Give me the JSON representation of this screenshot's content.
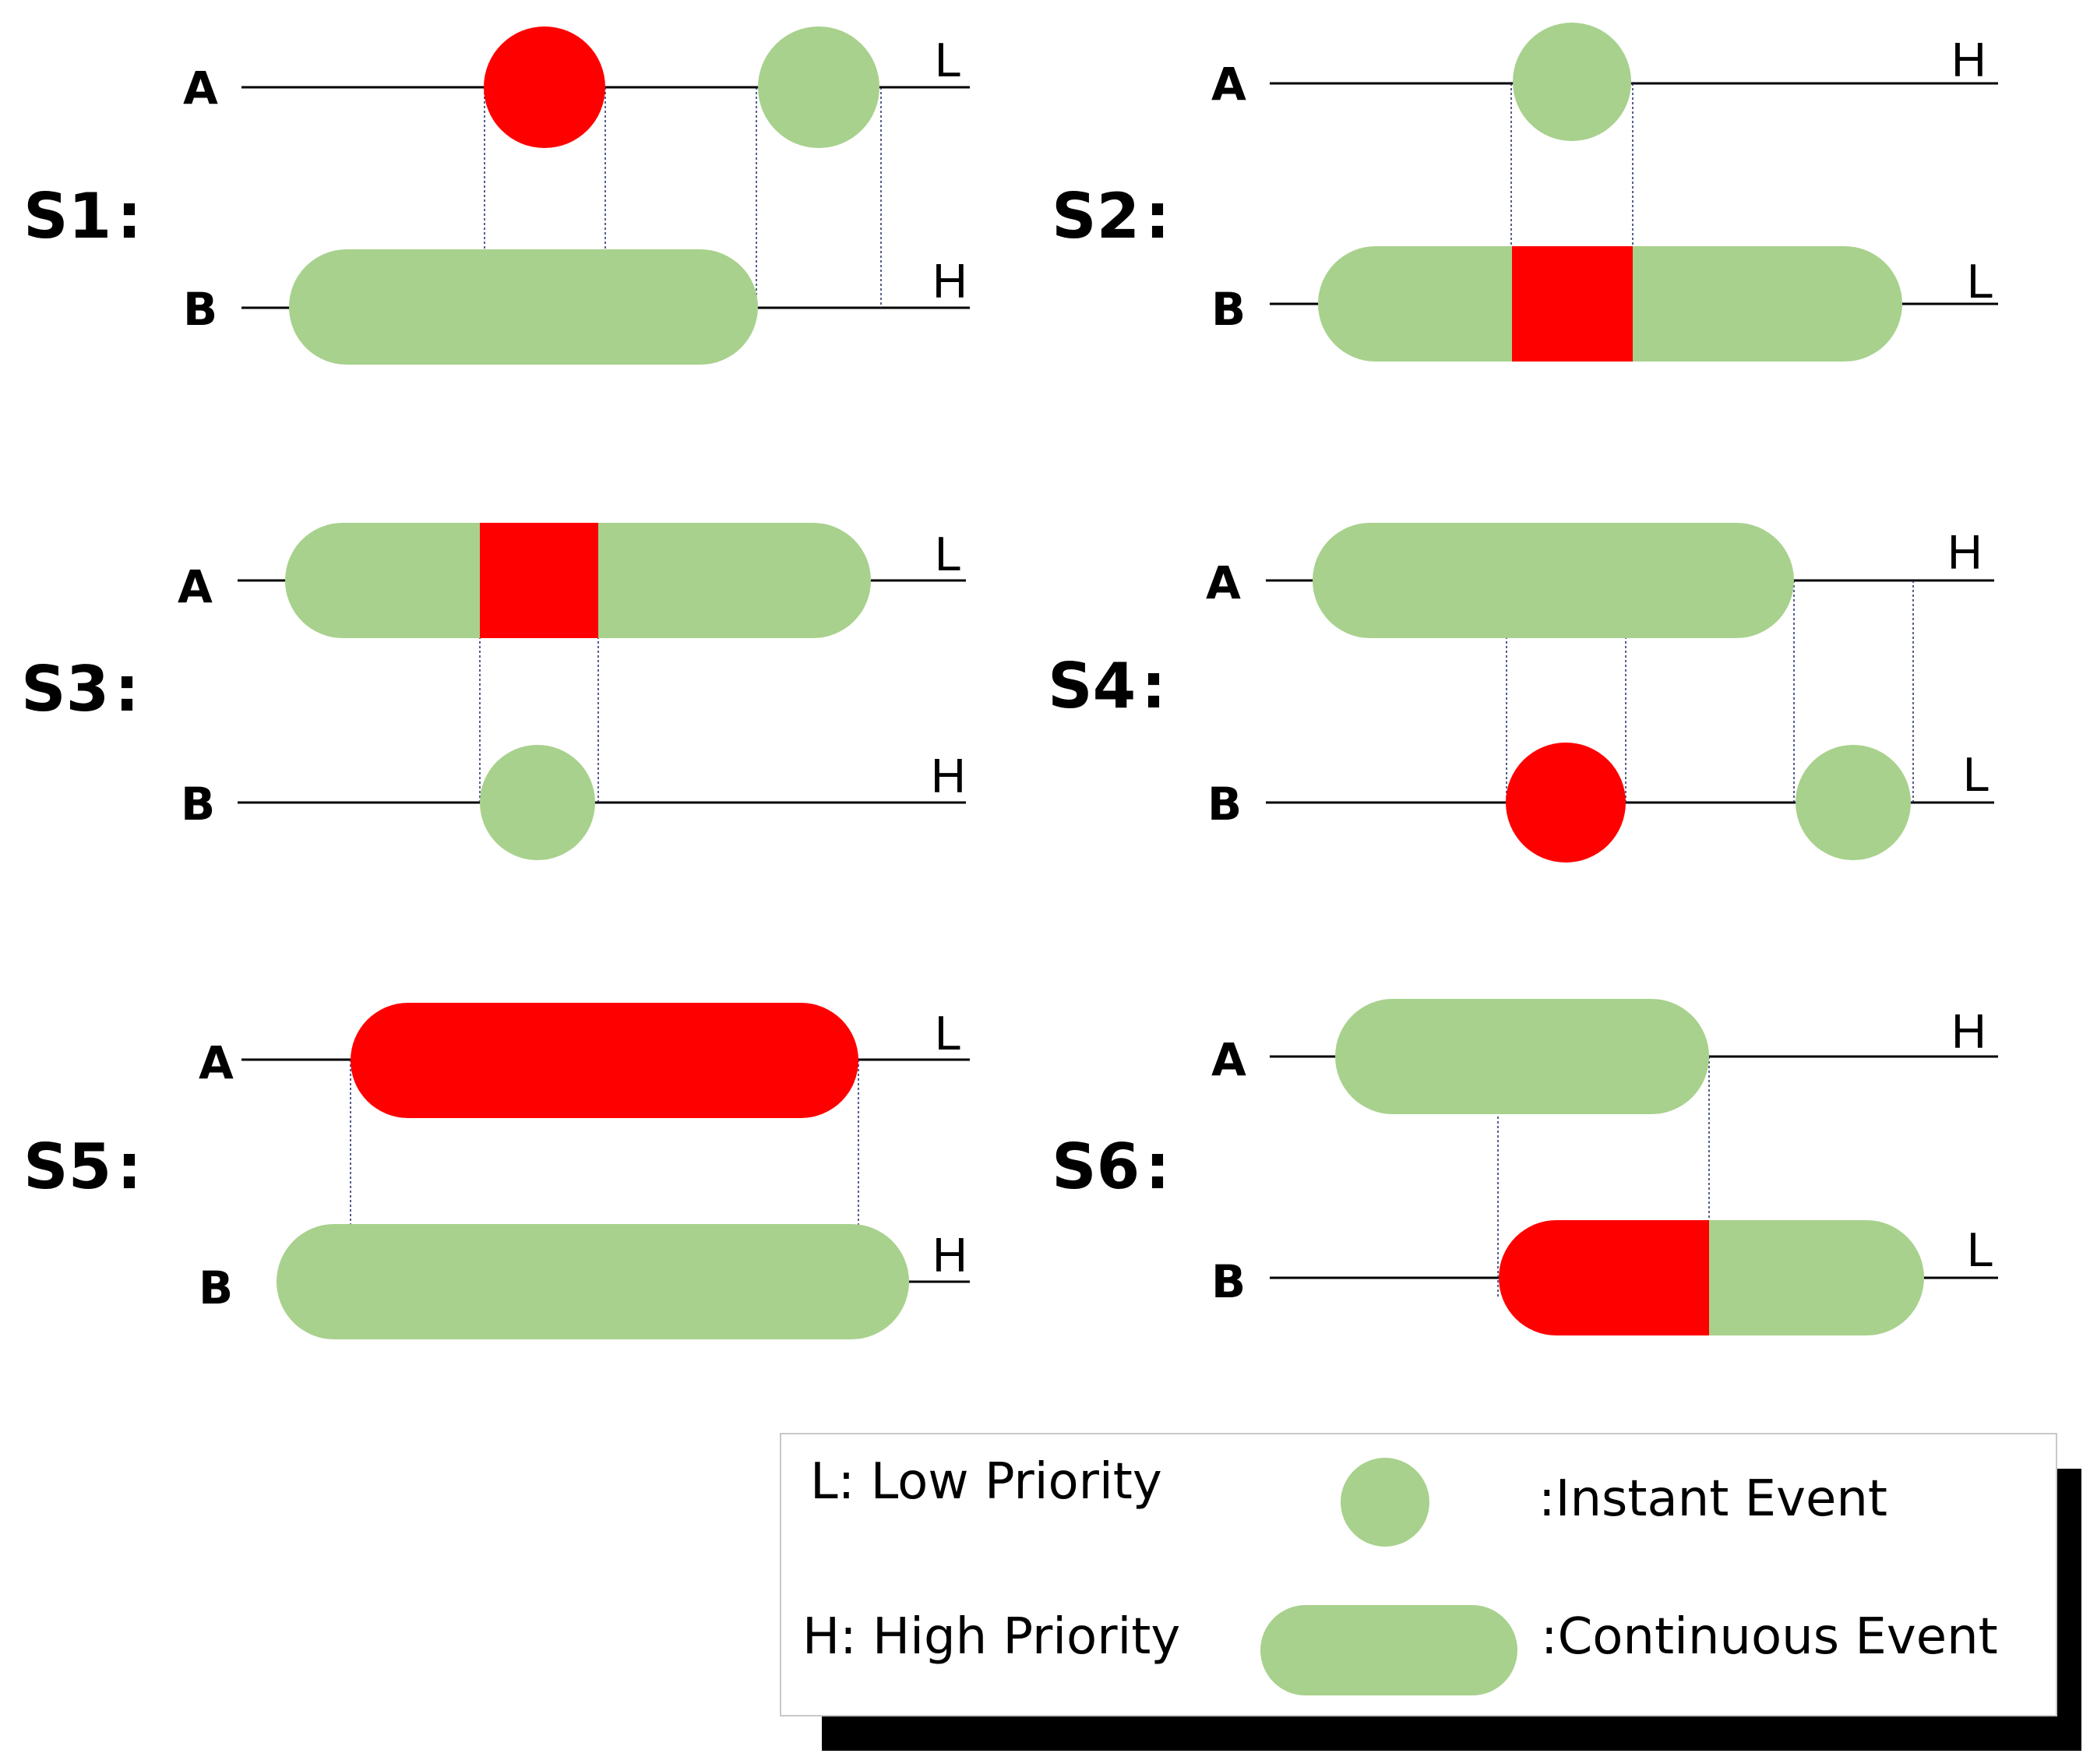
{
  "colors": {
    "event_green": "#a8d18d",
    "conflict_red": "#ff0000",
    "line": "#000000",
    "guide": "#1f2a6b",
    "legend_shadow": "#000000",
    "legend_border": "#c8c8c8"
  },
  "scenarios": [
    {
      "label": "S1",
      "colon": ":",
      "line_a": {
        "name": "A",
        "priority": "L"
      },
      "line_b": {
        "name": "B",
        "priority": "H"
      }
    },
    {
      "label": "S2",
      "colon": ":",
      "line_a": {
        "name": "A",
        "priority": "H"
      },
      "line_b": {
        "name": "B",
        "priority": "L"
      }
    },
    {
      "label": "S3",
      "colon": ":",
      "line_a": {
        "name": "A",
        "priority": "L"
      },
      "line_b": {
        "name": "B",
        "priority": "H"
      }
    },
    {
      "label": "S4",
      "colon": ":",
      "line_a": {
        "name": "A",
        "priority": "H"
      },
      "line_b": {
        "name": "B",
        "priority": "L"
      }
    },
    {
      "label": "S5",
      "colon": ":",
      "line_a": {
        "name": "A",
        "priority": "L"
      },
      "line_b": {
        "name": "B",
        "priority": "H"
      }
    },
    {
      "label": "S6",
      "colon": ":",
      "line_a": {
        "name": "A",
        "priority": "H"
      },
      "line_b": {
        "name": "B",
        "priority": "L"
      }
    }
  ],
  "legend": {
    "low_priority": "L: Low Priority",
    "high_priority": "H: High Priority",
    "instant_event": ":Instant Event",
    "continuous_event": ":Continuous Event"
  }
}
